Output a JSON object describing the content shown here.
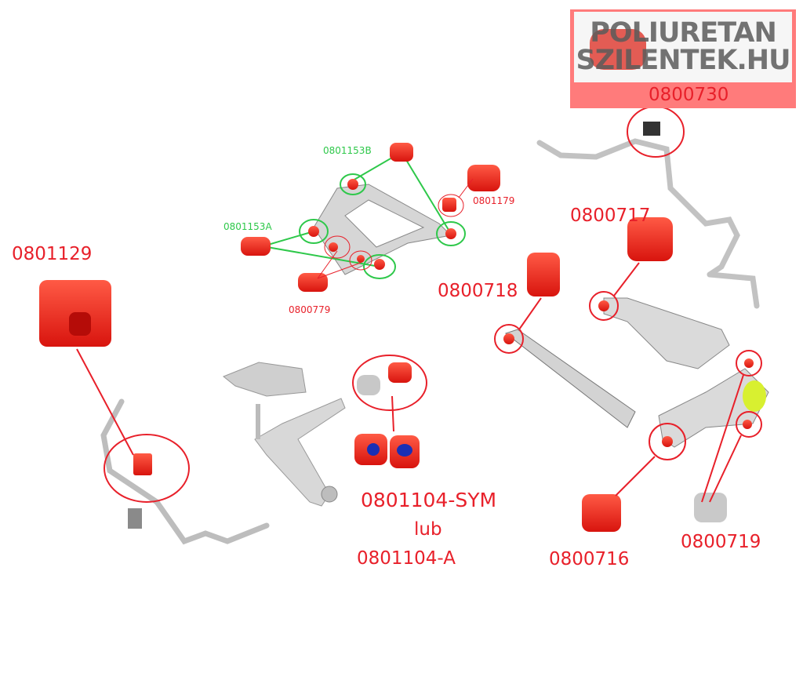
{
  "logo": {
    "line1": "POLIURETAN",
    "line2": "SZILENTEK.HU"
  },
  "colors": {
    "label_red": "#e8202a",
    "label_green": "#2ec84a",
    "bushing_red": "#f0332a",
    "part_grey": "#c9c9c9",
    "logo_band": "#ff7b7b"
  },
  "labels": {
    "p0800730": "0800730",
    "p0801129": "0801129",
    "p0800717": "0800717",
    "p0800718": "0800718",
    "p0801104_sym": "0801104-SYM",
    "lub": "lub",
    "p0801104_a": "0801104-A",
    "p0800716": "0800716",
    "p0800719": "0800719",
    "p0801153B": "0801153B",
    "p0801153A": "0801153A",
    "p0801179": "0801179",
    "p0800779": "0800779"
  }
}
